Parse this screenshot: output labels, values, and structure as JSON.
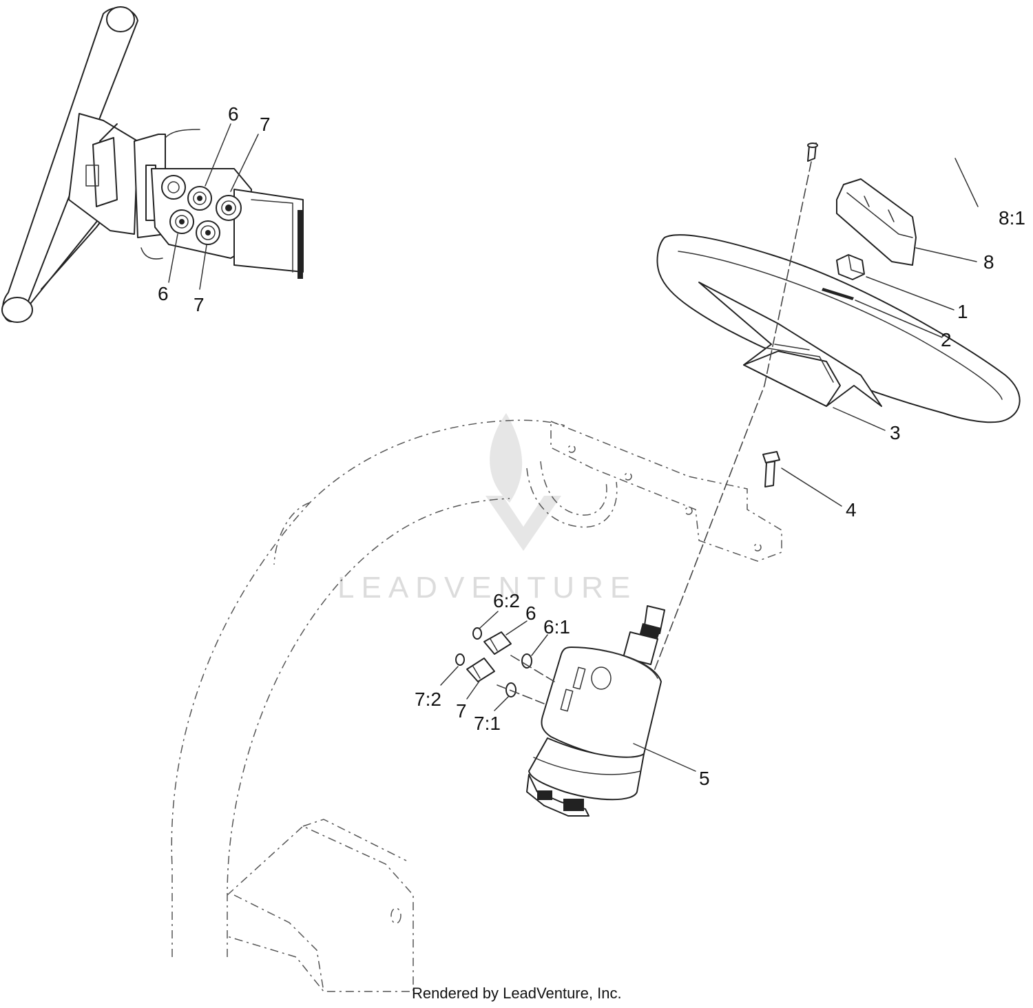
{
  "callouts": {
    "c1": "1",
    "c2": "2",
    "c3": "3",
    "c4": "4",
    "c5": "5",
    "c6_top": "6",
    "c6_bottom": "6",
    "c6_detail": "6",
    "c7_top": "7",
    "c7_bottom": "7",
    "c7_detail": "7",
    "c8": "8",
    "c8_1": "8:1",
    "c6_1": "6:1",
    "c6_2": "6:2",
    "c7_1": "7:1",
    "c7_2": "7:2"
  },
  "watermark": "LEADVENTURE",
  "credit": "Rendered by LeadVenture, Inc.",
  "colors": {
    "line": "#222222",
    "watermark": "#dcdcdc",
    "background": "#ffffff"
  }
}
